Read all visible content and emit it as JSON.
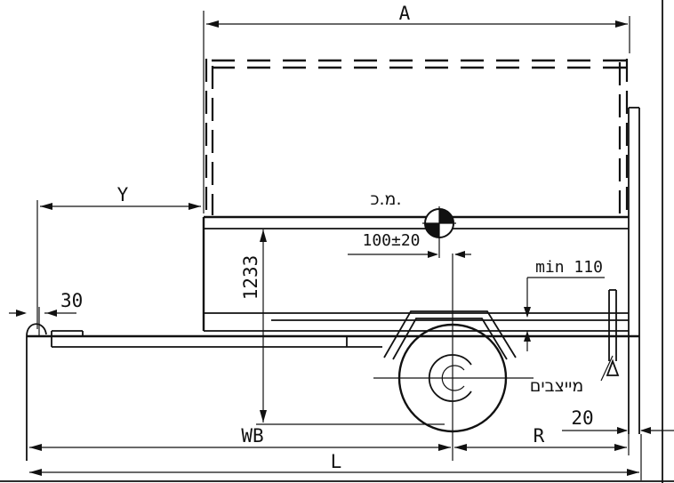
{
  "labels": {
    "dim_a": "A",
    "dim_y": "Y",
    "dim_30": "30",
    "dim_1233": "1233",
    "cg": "מ.כ.",
    "tolerance": "100±20",
    "min_110": "min 110",
    "stabilizers": "מייצבים",
    "dim_20": "20",
    "dim_wb": "WB",
    "dim_r": "R",
    "dim_l": "L"
  }
}
